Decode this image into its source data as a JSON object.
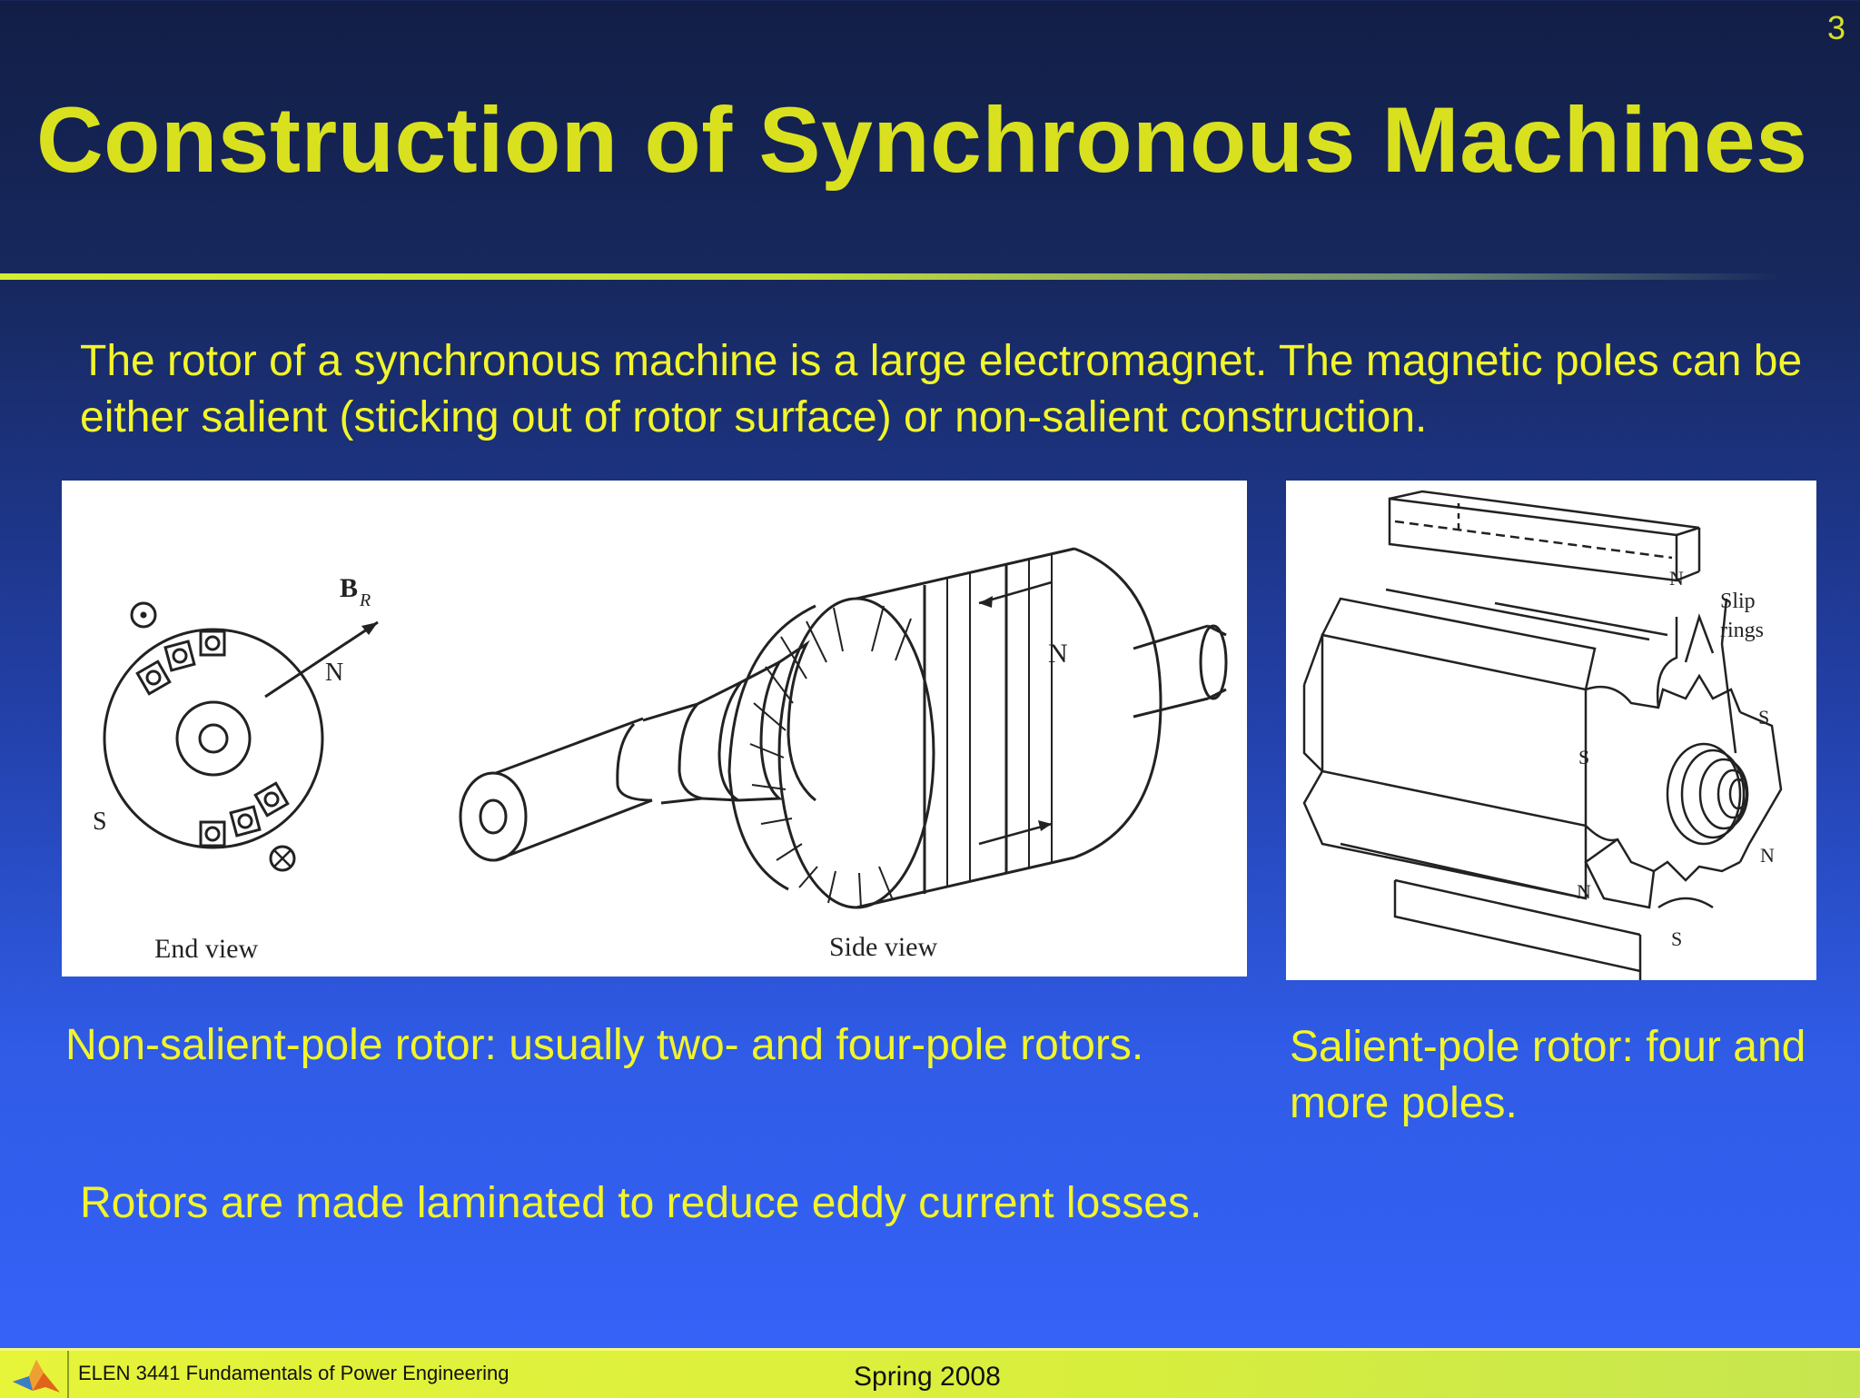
{
  "slide": {
    "page_number": "3",
    "title": "Construction of Synchronous Machines",
    "intro": "The rotor of a synchronous machine is a large electromagnet. The magnetic poles can be either salient (sticking out of rotor surface) or non-salient construction.",
    "caption_nonsalient": "Non-salient-pole rotor: usually two- and four-pole rotors.",
    "caption_salient": "Salient-pole rotor: four and more poles.",
    "laminated_note": "Rotors are made laminated to reduce eddy current losses."
  },
  "figure_nonsalient": {
    "end_view_label": "End view",
    "side_view_label": "Side view",
    "field_label": "B",
    "field_subscript": "R",
    "north_label": "N",
    "south_label": "S",
    "side_north_label": "N"
  },
  "figure_salient": {
    "slip_rings_label_1": "Slip",
    "slip_rings_label_2": "rings",
    "pole_labels": [
      "N",
      "S",
      "S",
      "N",
      "N",
      "S"
    ]
  },
  "footer": {
    "course": "ELEN 3441 Fundamentals of Power Engineering",
    "term": "Spring 2008",
    "logo_icon": "matlab-membrane-logo"
  },
  "colors": {
    "title": "#d9e11f",
    "body_text": "#f2f52a",
    "background_top": "#121e46",
    "background_bottom": "#3763fa",
    "footer_bar": "#e6f43a"
  }
}
